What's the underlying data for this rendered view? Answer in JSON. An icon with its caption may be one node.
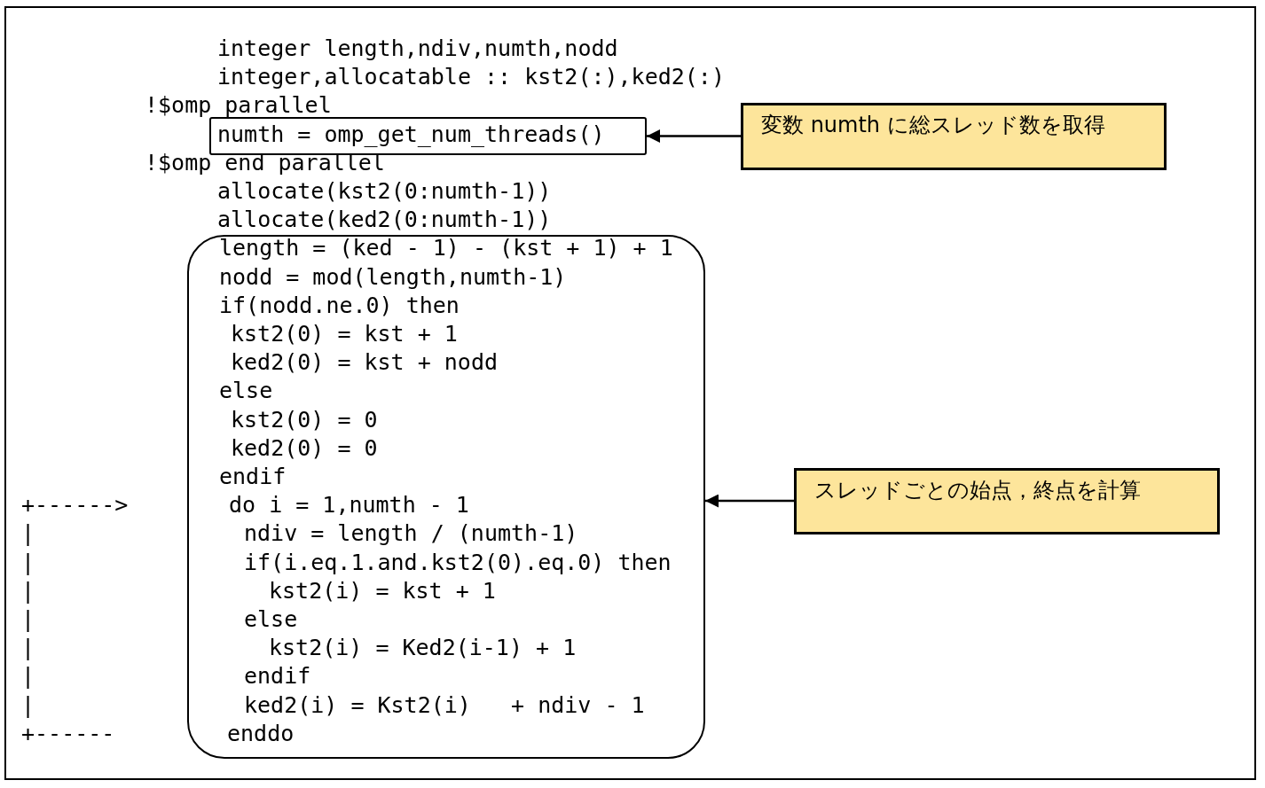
{
  "diagram": {
    "nodes": [
      {
        "text": [
          "numth = omp_get_num_threads()"
        ]
      },
      {
        "text": [
          "変数 numth に総スレッド数を取得"
        ]
      },
      {
        "text": [
          "length = (ked - 1) - (kst + 1) + 1",
          "nodd = mod(length,numth-1)",
          "if(nodd.ne.0) then",
          "kst2(0) = kst + 1",
          "ked2(0) = kst + nodd",
          "else",
          "kst2(0) = 0",
          "ked2(0) = 0",
          "endif",
          "do i = 1,numth - 1",
          "ndiv = length / (numth-1)",
          "if(i.eq.1.and.kst2(0).eq.0) then",
          "kst2(i) = kst + 1",
          "else",
          "kst2(i) = Ked2(i-1) + 1",
          "endif",
          "ked2(i) = Kst2(i)   + ndiv - 1",
          "enddo"
        ]
      },
      {
        "text": [
          "スレッドごとの始点，終点を計算"
        ]
      }
    ],
    "edges": [
      {
        "from": 1,
        "to": 0,
        "arrow": "to"
      },
      {
        "from": 3,
        "to": 2,
        "arrow": "to"
      }
    ],
    "labels": [
      "integer length,ndiv,numth,nodd",
      "integer,allocatable :: kst2(:),ked2(:)",
      "!$omp parallel",
      "!$omp end parallel",
      "allocate(kst2(0:numth-1))",
      "allocate(ked2(0:numth-1))",
      "+------>",
      "|",
      "|",
      "|",
      "|",
      "|",
      "|",
      "|",
      "+------"
    ]
  }
}
